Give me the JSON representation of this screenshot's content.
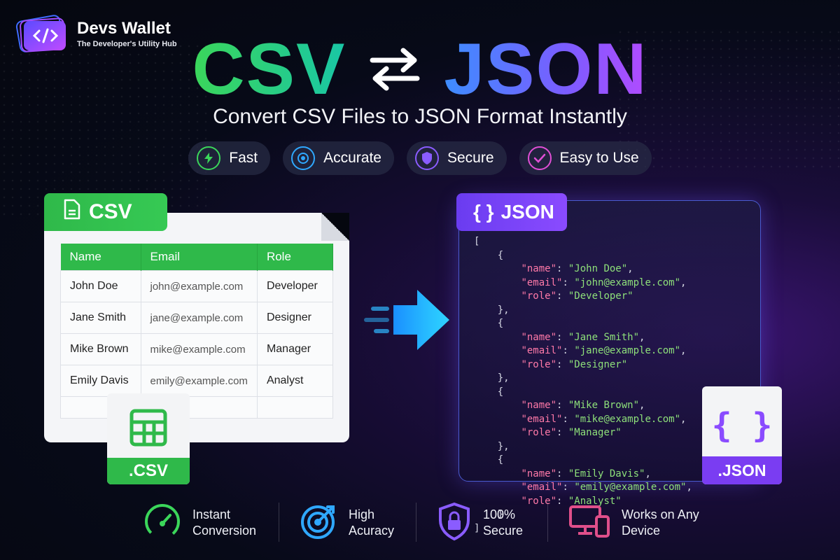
{
  "brand": {
    "name": "Devs Wallet",
    "tagline": "The Developer's Utility Hub"
  },
  "hero": {
    "left": "CSV",
    "right": "JSON",
    "subtitle": "Convert CSV Files to JSON Format Instantly"
  },
  "pills": [
    {
      "label": "Fast",
      "icon": "lightning-icon",
      "color": "#3bd65a"
    },
    {
      "label": "Accurate",
      "icon": "target-icon",
      "color": "#2fa8ff"
    },
    {
      "label": "Secure",
      "icon": "shield-icon",
      "color": "#8a5cff"
    },
    {
      "label": "Easy to Use",
      "icon": "check-icon",
      "color": "#e04fd6"
    }
  ],
  "csv": {
    "tab_label": "CSV",
    "headers": [
      "Name",
      "Email",
      "Role"
    ],
    "rows": [
      [
        "John Doe",
        "john@example.com",
        "Developer"
      ],
      [
        "Jane Smith",
        "jane@example.com",
        "Designer"
      ],
      [
        "Mike Brown",
        "mike@example.com",
        "Manager"
      ],
      [
        "Emily Davis",
        "emily@example.com",
        "Analyst"
      ]
    ],
    "file_label": ".CSV"
  },
  "json": {
    "tab_label": "JSON",
    "tab_icon": "{ }",
    "records": [
      {
        "name": "\"John Doe\"",
        "email": "\"john@example.com\"",
        "role": "\"Developer\""
      },
      {
        "name": "\"Jane Smith\"",
        "email": "\"jane@example.com\"",
        "role": "\"Designer\""
      },
      {
        "name": "\"Mike Brown\"",
        "email": "\"mike@example.com\"",
        "role": "\"Manager\""
      },
      {
        "name": "\"Emily Davis\"",
        "email": "\"emily@example.com\"",
        "role": "\"Analyst\""
      }
    ],
    "keys": {
      "name": "\"name\"",
      "email": "\"email\"",
      "role": "\"role\""
    },
    "file_label": ".JSON",
    "file_icon": "{ }"
  },
  "features": [
    {
      "line1": "Instant",
      "line2": "Conversion",
      "icon": "speedometer-icon"
    },
    {
      "line1": "High",
      "line2": "Acuracy",
      "icon": "target-arrow-icon"
    },
    {
      "line1": "100%",
      "line2": "Secure",
      "icon": "lock-shield-icon"
    },
    {
      "line1": "Works on Any",
      "line2": "Device",
      "icon": "devices-icon"
    }
  ]
}
